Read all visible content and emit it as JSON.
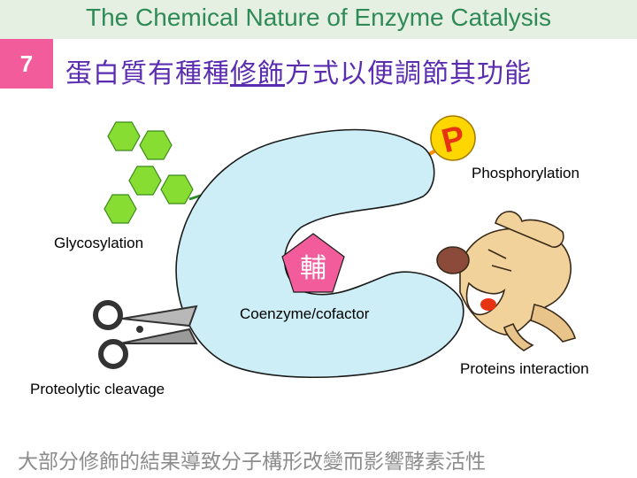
{
  "header": {
    "title": "The Chemical Nature of Enzyme Catalysis"
  },
  "slide": {
    "number": "7"
  },
  "subtitle": {
    "before": "蛋白質有種種",
    "underlined": "修飾",
    "after": "方式以便調節其功能"
  },
  "labels": {
    "phosphorylation": "Phosphorylation",
    "glycosylation": "Glycosylation",
    "coenzyme": "Coenzyme/cofactor",
    "proteolytic": "Proteolytic  cleavage",
    "interaction": "Proteins interaction"
  },
  "symbols": {
    "phosphate": "P",
    "cofactor": "輔"
  },
  "footer": {
    "text": "大部分修飾的結果導致分子構形改變而影響酵素活性"
  },
  "colors": {
    "enzyme": "#cdeef6",
    "sugar": "#88dd33",
    "phosphate": "#ffd700",
    "cofactor": "#f25c9a",
    "title": "#2e8b57",
    "subtitle": "#5a2db0",
    "slide_number_bg": "#f25c9a"
  }
}
